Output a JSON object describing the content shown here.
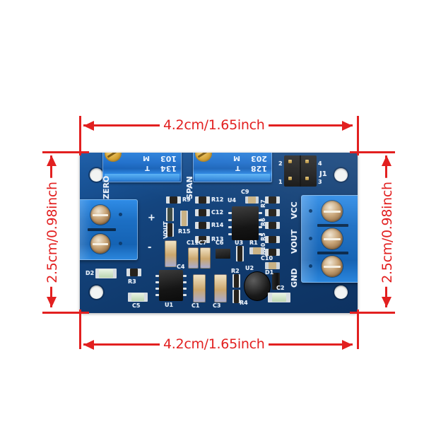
{
  "image": {
    "subject": "current-to-voltage-converter-pcb-module",
    "background_color": "#ffffff",
    "annotation_color": "#e22020",
    "board_color": "#14457f"
  },
  "dimensions": {
    "top": {
      "label": "4.2cm/1.65inch",
      "axis": "horizontal"
    },
    "bottom": {
      "label": "4.2cm/1.65inch",
      "axis": "horizontal"
    },
    "left": {
      "label": "2.5cm/0.98inch",
      "axis": "vertical"
    },
    "right": {
      "label": "2.5cm/0.98inch",
      "axis": "vertical"
    }
  },
  "board": {
    "trimpots": [
      {
        "name": "ZERO",
        "silk": "ZERO",
        "code_top": "103",
        "code_bottom": "134",
        "mark_m": "M",
        "mark_t": "T"
      },
      {
        "name": "SPAN",
        "silk": "SPAN",
        "code_top": "203",
        "code_bottom": "128",
        "mark_m": "M",
        "mark_t": "T"
      }
    ],
    "header": {
      "silk": "J1",
      "pin_labels": [
        "2",
        "1",
        "4",
        "3"
      ]
    },
    "input_terminal": {
      "pins": [
        "+",
        "-"
      ]
    },
    "output_terminal": {
      "pins": [
        "VCC",
        "VOUT",
        "GND"
      ]
    },
    "silkscreen": [
      "ZERO",
      "SPAN",
      "J1",
      "R9",
      "R12",
      "U4",
      "C9",
      "R7",
      "R6",
      "R5",
      "VCC",
      "C12",
      "R14",
      "R13",
      "R10",
      "VOUT",
      "R15",
      "C11",
      "C7",
      "C6",
      "U3",
      "R1",
      "C4",
      "C10",
      "D1",
      "GND",
      "C8",
      "R2",
      "U2",
      "C2",
      "D2",
      "R3",
      "C5",
      "U1",
      "C1",
      "C3",
      "R4",
      "+",
      "-"
    ]
  }
}
